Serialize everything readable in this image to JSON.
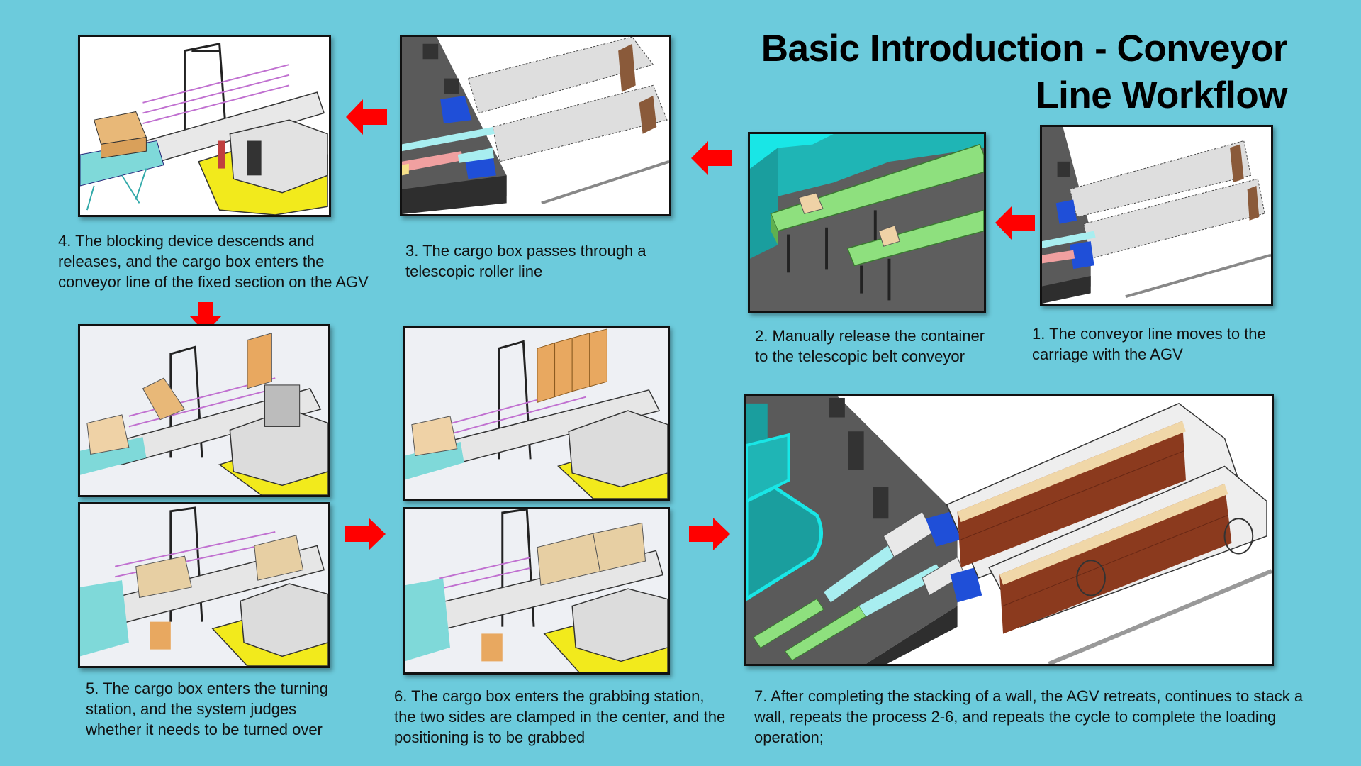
{
  "title": {
    "line1": "Basic Introduction - Conveyor",
    "line2": "Line Workflow"
  },
  "colors": {
    "background": "#6ccbdc",
    "arrow": "#ff0000",
    "agv_yellow": "#f2ea1c",
    "box_tan": "#e8b878",
    "conveyor_teal": "#7fd9d9",
    "belt_green": "#8ee07e",
    "floor_gray": "#555555",
    "plate_blue": "#1f4fd8",
    "wall_brown": "#8b3a1e"
  },
  "steps": [
    {
      "number": 1,
      "caption": "1. The conveyor line moves to the carriage with the AGV",
      "image": "overview of two trucks with AGV conveyor at dock"
    },
    {
      "number": 2,
      "caption": "2. Manually release the container to the telescopic belt conveyor",
      "image": "green belt conveyors with cargo boxes"
    },
    {
      "number": 3,
      "caption": "3. The cargo box passes through a telescopic roller line",
      "image": "telescopic roller line entering trucks"
    },
    {
      "number": 4,
      "caption": "4. The blocking device descends and releases, and the cargo box enters the conveyor line of the fixed section on the AGV",
      "image": "cargo box on teal roller conveyor at AGV"
    },
    {
      "number": 5,
      "caption": "5. The cargo box enters the turning station, and the system judges whether it needs to be turned over",
      "image": "turning station with tilted box"
    },
    {
      "number": 6,
      "caption": "6. The cargo box enters the grabbing station, the two sides are clamped in the center, and the positioning is to be grabbed",
      "image": "grabbing station with boxes clamped"
    },
    {
      "number": 7,
      "caption": "7. After completing the stacking of a wall, the AGV retreats, continues to stack a wall, repeats the process 2-6, and repeats the cycle to complete the loading operation;",
      "image": "full loading overview with stacked brick walls in trucks"
    }
  ],
  "arrows": [
    {
      "from": 1,
      "to": 2,
      "direction": "left"
    },
    {
      "from": 2,
      "to": 3,
      "direction": "left"
    },
    {
      "from": 3,
      "to": 4,
      "direction": "left"
    },
    {
      "from": 4,
      "to": 5,
      "direction": "down"
    },
    {
      "from": 5,
      "to": 6,
      "direction": "right"
    },
    {
      "from": 6,
      "to": 7,
      "direction": "right"
    }
  ]
}
